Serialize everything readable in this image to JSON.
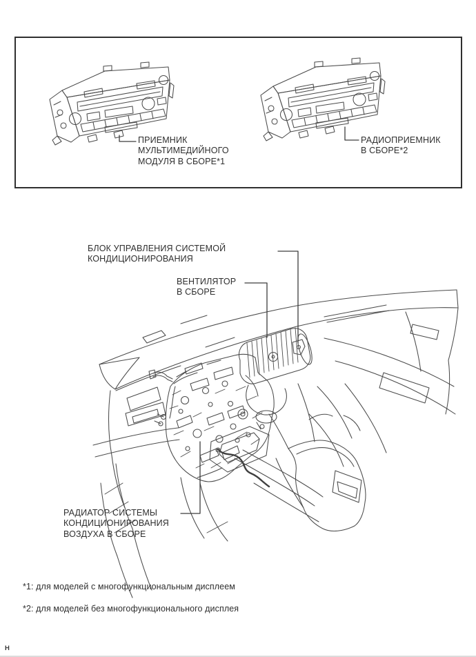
{
  "page": {
    "letter": "H"
  },
  "components_box": {
    "multimedia_receiver_label": "ПРИЕМНИК\nМУЛЬТИМЕДИЙНОГО\nМОДУЛЯ В СБОРЕ*1",
    "radio_receiver_label": "РАДИОПРИЕМНИК\nВ СБОРЕ*2"
  },
  "main_figure": {
    "ac_control_label": "БЛОК УПРАВЛЕНИЯ СИСТЕМОЙ\nКОНДИЦИОНИРОВАНИЯ",
    "blower_label": "ВЕНТИЛЯТОР\nВ СБОРЕ",
    "radiator_label": "РАДИАТОР СИСТЕМЫ\nКОНДИЦИОНИРОВАНИЯ\nВОЗДУХА В СБОРЕ"
  },
  "footnotes": [
    "*1: для моделей с многофункциональным дисплеем",
    "*2: для моделей без многофункционального дисплея"
  ],
  "colors": {
    "line": "#4a4a4a",
    "text": "#2e2e2e",
    "box_border": "#2f2f2f"
  }
}
